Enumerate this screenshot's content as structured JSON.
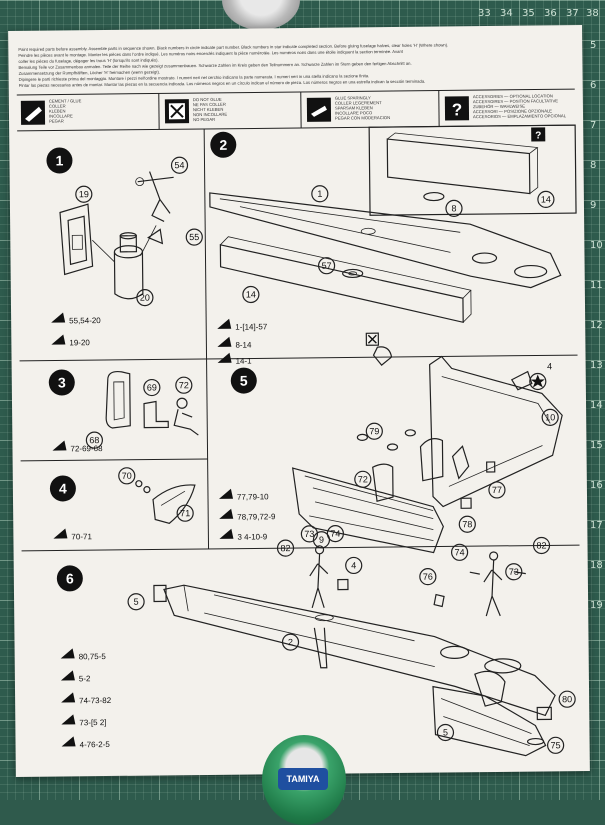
{
  "header_lines": [
    "Paint required parts before assembly. Assemble parts in sequence shown. Black numbers in circle indicate part number. Black numbers in star indicate completed section. Before gluing fuselage halves, clear holes 'H' (Where shown).",
    "Peindre les pièces avant le montage. Monter les pièces dans l'ordre indiqué. Les numéros noirs encerclés indiquent la pièce numérotée. Les numéros noirs dans une étoile indiquent la section terminée. Avant",
    "coller les pièces du fuselage, dégager les trous 'H' (lorsqu'ils sont indiqués).",
    "Bemalung Teile vor Zusammenbau anmalen. Teile der Reihe nach wie gezeigt zusammenbauen. Schwarze Zahlen im Kreis geben den Teilnummern an. Schwarze Zahlen im Stern geben den fertigen Abschnitt an.",
    "Zusammensetzung der Rumpfhälften, Löcher 'H' freimachen (wenn gezeigt).",
    "Dipingere le parti richieste prima del montaggio. Montare i pezzi nell'ordine mostrato. I numeri neri nel cerchio indicano la parte numerata. I numeri neri in una stella indicano la sezione finita.",
    "Pintar las piezas necesarias antes de montar. Montar las piezas en la secuencia indicada. Los números negros en un círculo indican el número de pieza. Los números negros en una estrella indican la sección terminada."
  ],
  "legend": [
    {
      "icon": "glue-tube-icon",
      "lines": [
        "CEMENT / GLUE",
        "COLLER",
        "KLEBEN",
        "INCOLLARE",
        "PEGAR"
      ]
    },
    {
      "icon": "no-glue-icon",
      "lines": [
        "DO NOT GLUE",
        "NE PAS COLLER",
        "NICHT KLEBEN",
        "NON INCOLLARE",
        "NO PEGAR"
      ]
    },
    {
      "icon": "glue-bead-icon",
      "lines": [
        "GLUE SPARINGLY",
        "COLLER LEGEREMENT",
        "SPARSAM KLEBEN",
        "INCOLLARE POCO",
        "PEGAR CON MODERACION"
      ]
    },
    {
      "icon": "question-icon",
      "lines": [
        "ACCESSORIES — OPTIONAL LOCATION",
        "ACCESSOIRES — POSITION FACULTATIVE",
        "ZUBEHÖR — WAHLWEISE",
        "ACCESSORI — POSIZIONE OPZIONALE",
        "ACCESORIOS — EMPLAZAMIENTO OPCIONAL"
      ]
    }
  ],
  "steps": [
    {
      "number": "1",
      "parts": [
        "54",
        "19",
        "55",
        "20"
      ],
      "sequences": [
        "55,54-20",
        "19-20"
      ]
    },
    {
      "number": "2",
      "parts": [
        "1",
        "8",
        "14",
        "57",
        "14"
      ],
      "sequences": [
        "1-[14]-57",
        "8-14",
        "14-1"
      ]
    },
    {
      "number": "3",
      "parts": [
        "69",
        "72",
        "68"
      ],
      "sequences": [
        "72-69-68"
      ]
    },
    {
      "number": "4",
      "parts": [
        "70",
        "71"
      ],
      "sequences": [
        "70-71"
      ]
    },
    {
      "number": "5",
      "parts": [
        "4",
        "10",
        "79",
        "72",
        "9",
        "77",
        "78"
      ],
      "sequences": [
        "77,79-10",
        "78,79,72-9",
        "3 4-10-9"
      ]
    },
    {
      "number": "6",
      "parts": [
        "73",
        "74",
        "82",
        "4",
        "5",
        "2",
        "76",
        "74",
        "82",
        "73",
        "80",
        "75",
        "5"
      ],
      "sequences": [
        "80,75-5",
        "5-2",
        "74-73-82",
        "73-[5 2]",
        "4-76-2-5"
      ]
    }
  ],
  "ruler": {
    "top": [
      "33",
      "34",
      "35",
      "36",
      "37",
      "38"
    ],
    "right": [
      "5",
      "6",
      "7",
      "8",
      "9",
      "10",
      "11",
      "12",
      "13",
      "14",
      "15",
      "16",
      "17",
      "18",
      "19"
    ]
  },
  "paint_label": "TAMIYA"
}
